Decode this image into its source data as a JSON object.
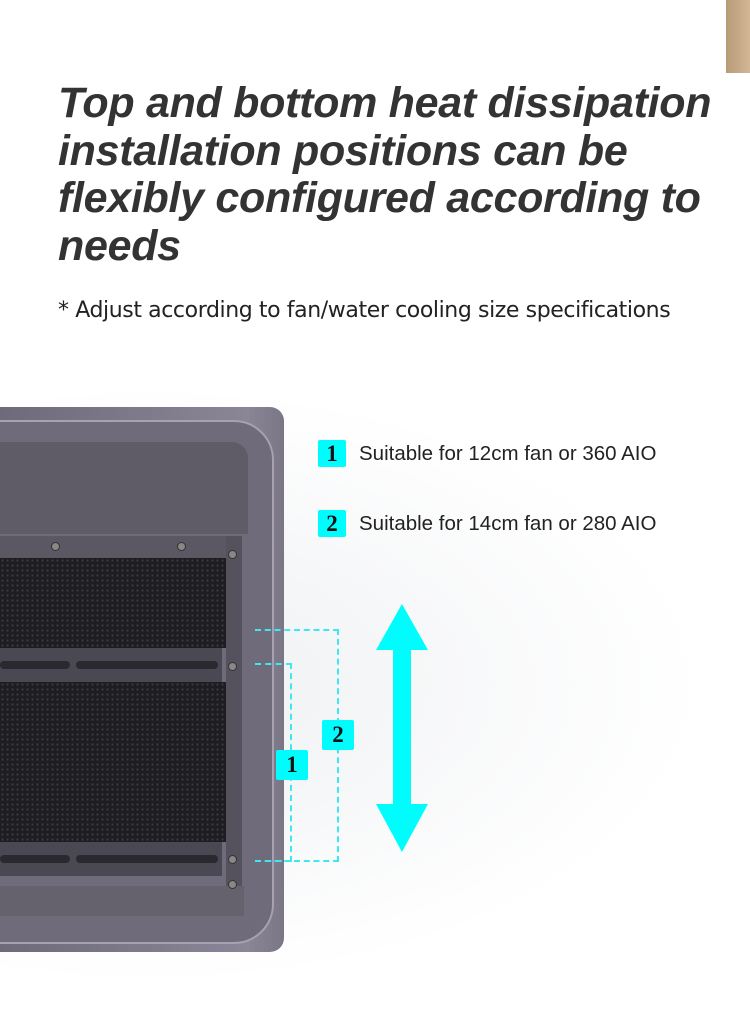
{
  "heading": "Top and bottom heat dissipation installation positions can be flexibly configured according to needs",
  "subheading": "* Adjust according to fan/water cooling size specifications",
  "legend": [
    {
      "number": "1",
      "text": "Suitable for 12cm fan or 360 AIO"
    },
    {
      "number": "2",
      "text": "Suitable for 14cm fan or 280 AIO"
    }
  ],
  "colors": {
    "accent": "#00fdfd",
    "text": "#333333",
    "gold": "#c9ad8a"
  }
}
